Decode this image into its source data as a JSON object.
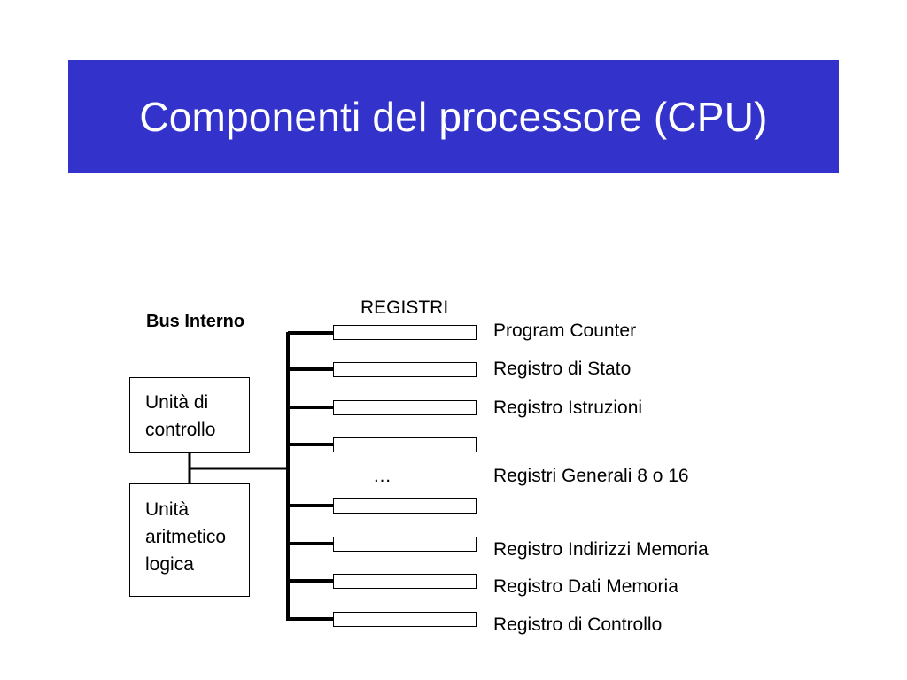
{
  "slide": {
    "title": "Componenti del processore (CPU)",
    "banner_color": "#3333cc",
    "title_color": "#ffffff"
  },
  "diagram": {
    "bus_label": "Bus Interno",
    "registers_header": "REGISTRI",
    "ellipsis": "…",
    "control_unit": "Unità di\ncontrollo",
    "alu": "Unità\naritmetico\nlogica",
    "registers": [
      "Program Counter",
      "Registro di Stato",
      "Registro Istruzioni",
      "Registri Generali 8 o 16",
      "Registro Indirizzi Memoria",
      "Registro Dati Memoria",
      "Registro di Controllo"
    ]
  }
}
